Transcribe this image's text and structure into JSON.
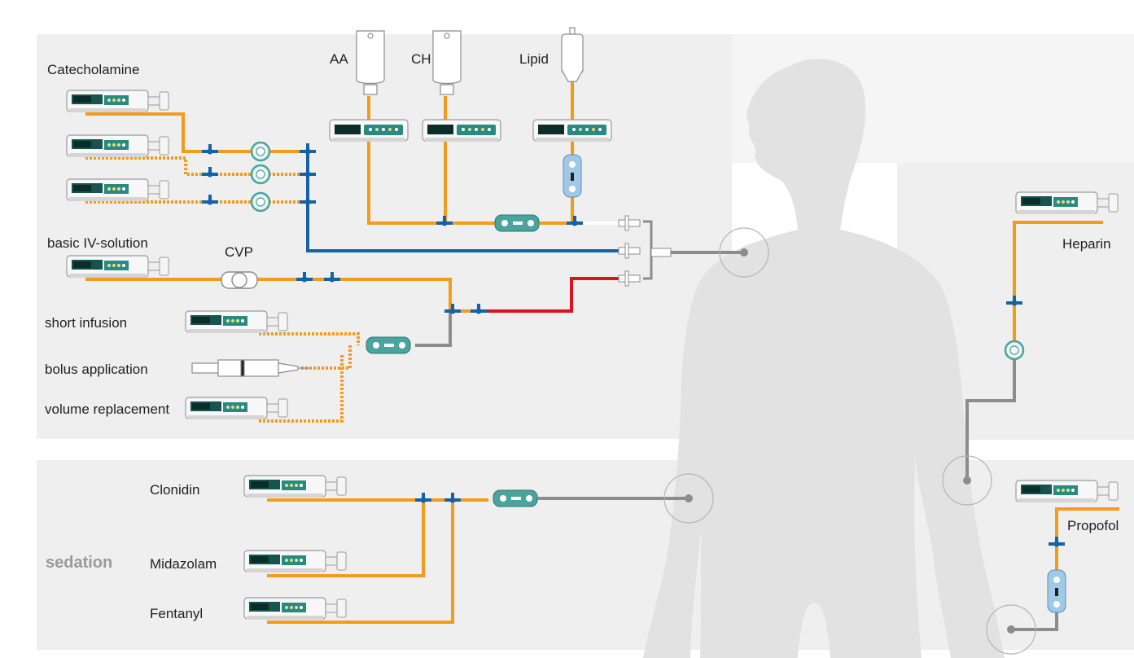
{
  "labels": {
    "catecholamine": "Catecholamine",
    "aa": "AA",
    "ch": "CH",
    "lipid": "Lipid",
    "basic_iv": "basic IV-solution",
    "cvp": "CVP",
    "short_infusion": "short infusion",
    "bolus_application": "bolus application",
    "volume_replacement": "volume replacement",
    "heparin": "Heparin",
    "clonidin": "Clonidin",
    "sedation": "sedation",
    "midazolam": "Midazolam",
    "fentanyl": "Fentanyl",
    "propofol": "Propofol"
  },
  "colors": {
    "panel": "#efefef",
    "orange_line": "#f39c1c",
    "blue_line": "#1563a5",
    "red_line": "#d9141f",
    "grey_line": "#8c8c8c",
    "pump_body": "#f6f6f6",
    "pump_screen": "#1f7b74",
    "connector_blue": "#1563a5",
    "filter_teal": "#4aa39c",
    "body_silhouette": "#e1e1e1"
  }
}
